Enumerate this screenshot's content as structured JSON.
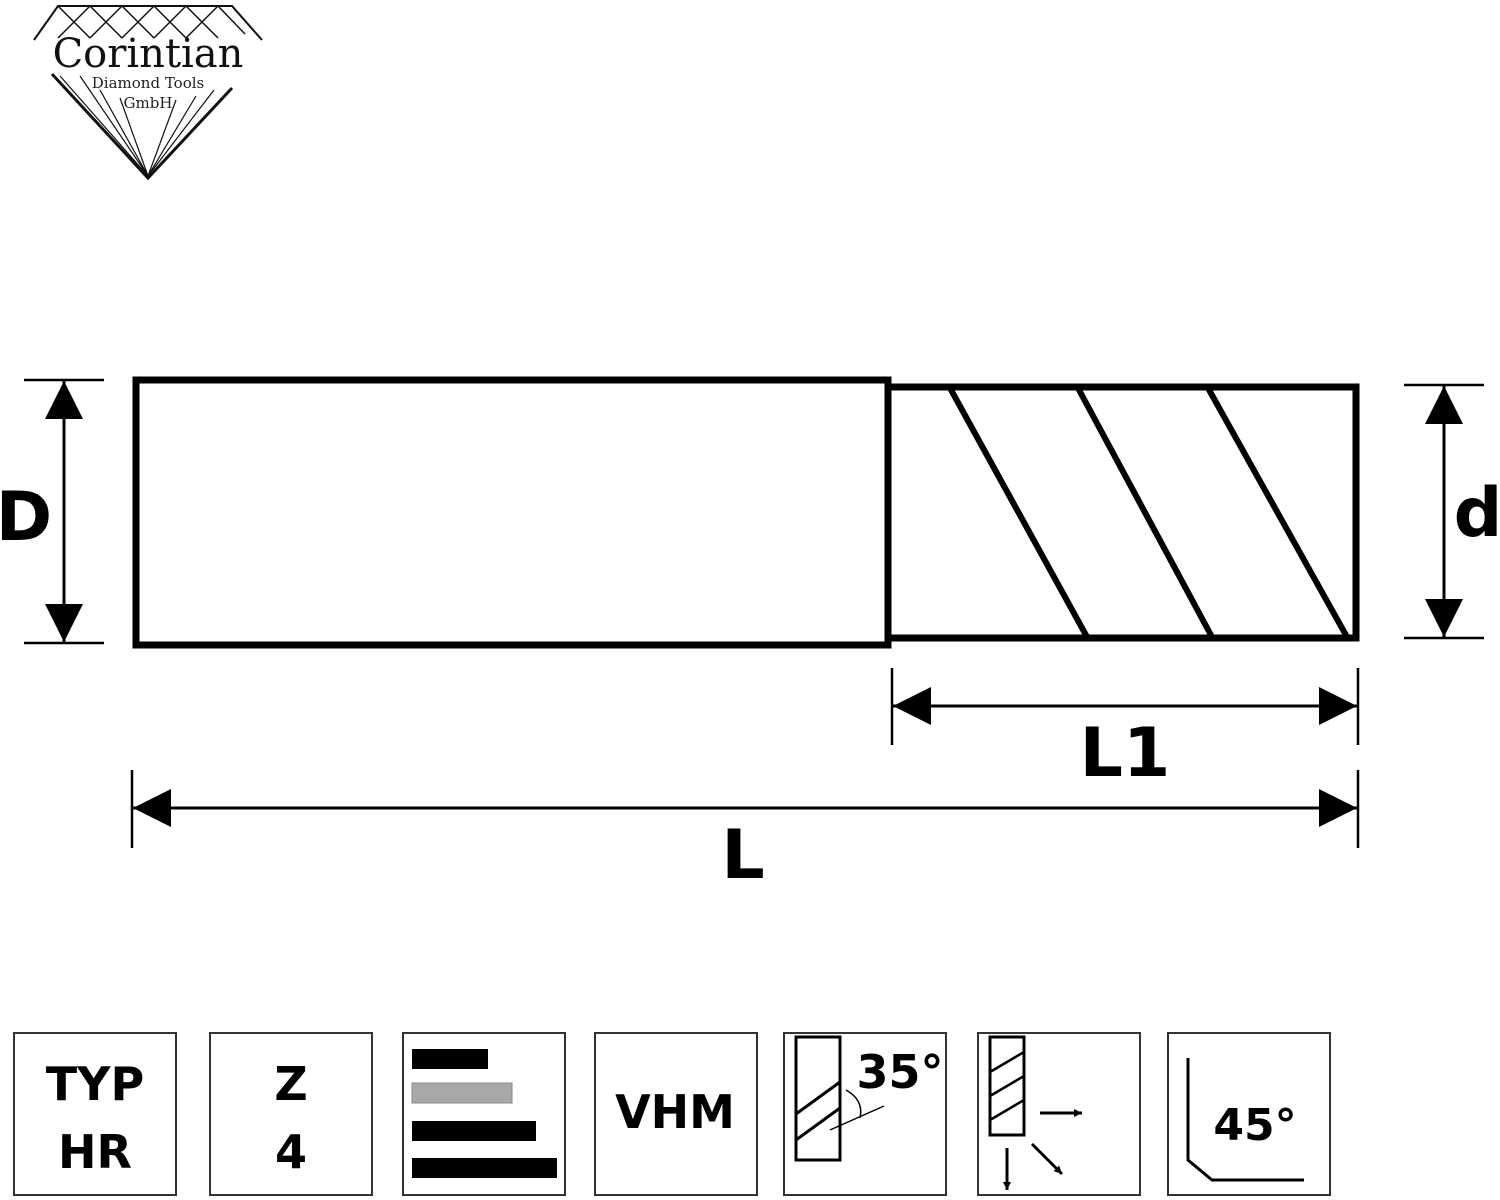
{
  "logo": {
    "name": "Corintian",
    "line1": "Diamond Tools",
    "line2": "GmbH"
  },
  "drawing": {
    "shank_diameter_label": "D",
    "cutting_diameter_label": "d",
    "cutting_length_label": "L1",
    "total_length_label": "L"
  },
  "icons": {
    "type": {
      "line1": "TYP",
      "line2": "HR"
    },
    "flutes": {
      "line1": "Z",
      "line2": "4"
    },
    "material": {
      "text": "VHM"
    },
    "helix": {
      "angle": "35°"
    },
    "chamfer": {
      "angle": "45°"
    }
  },
  "colors": {
    "ink": "#000000",
    "frame": "#333333",
    "bar_gray": "#a8a8a8"
  }
}
